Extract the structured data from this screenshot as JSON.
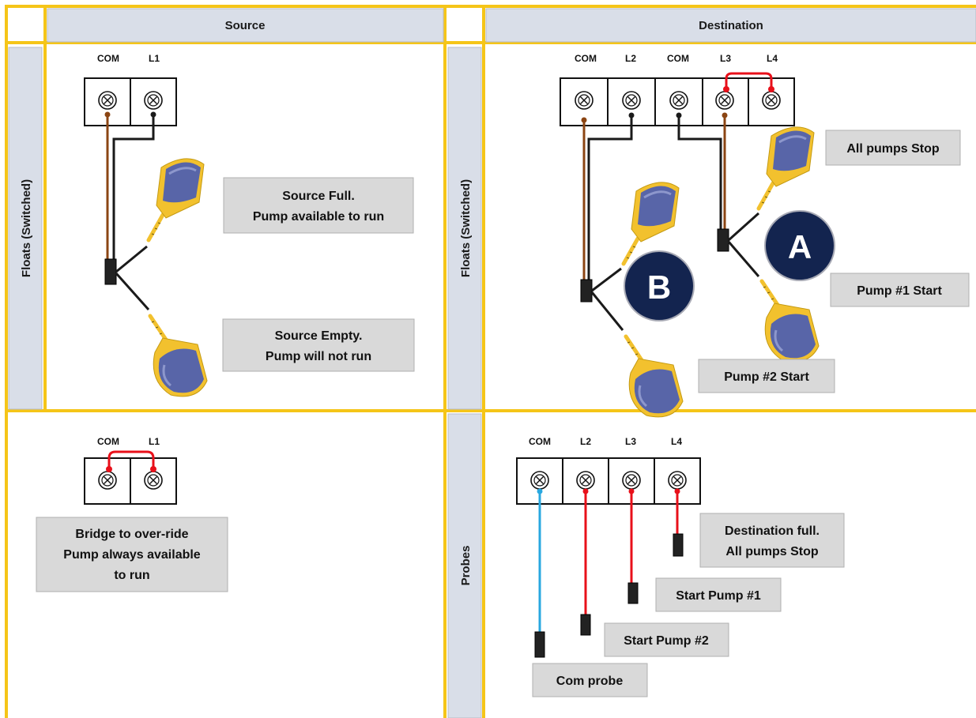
{
  "headers": {
    "source": "Source",
    "destination": "Destination"
  },
  "row_labels": {
    "source_floats": "Floats (Switched)",
    "destination_floats": "Floats (Switched)",
    "destination_probes": "Probes"
  },
  "source_floats": {
    "terminals": [
      "COM",
      "L1"
    ],
    "notes": {
      "full": [
        "Source Full.",
        "Pump available to run"
      ],
      "empty": [
        "Source Empty.",
        "Pump will not run"
      ]
    }
  },
  "destination_floats": {
    "terminals": [
      "COM",
      "L2",
      "COM",
      "L3",
      "L4"
    ],
    "badges": {
      "a": "A",
      "b": "B"
    },
    "notes": {
      "stop": "All pumps Stop",
      "pump1": "Pump #1 Start",
      "pump2": "Pump #2 Start"
    }
  },
  "source_bridge": {
    "terminals": [
      "COM",
      "L1"
    ],
    "note": [
      "Bridge to over-ride",
      "Pump always available",
      "to run"
    ]
  },
  "destination_probes": {
    "terminals": [
      "COM",
      "L2",
      "L3",
      "L4"
    ],
    "notes": {
      "full": [
        "Destination full.",
        "All pumps Stop"
      ],
      "pump1": "Start Pump #1",
      "pump2": "Start Pump #2",
      "com": "Com probe"
    }
  },
  "colors": {
    "grid_gold": "#F5C518",
    "header_fill": "#D9DEE8",
    "note_fill": "#D9D9D9",
    "wire_brown": "#8B4513",
    "wire_black": "#1a1a1a",
    "wire_red": "#E8101A",
    "wire_blue": "#29A8E0",
    "float_body": "#5865A8",
    "float_cap": "#F2C12E",
    "badge_fill": "#13244F"
  }
}
